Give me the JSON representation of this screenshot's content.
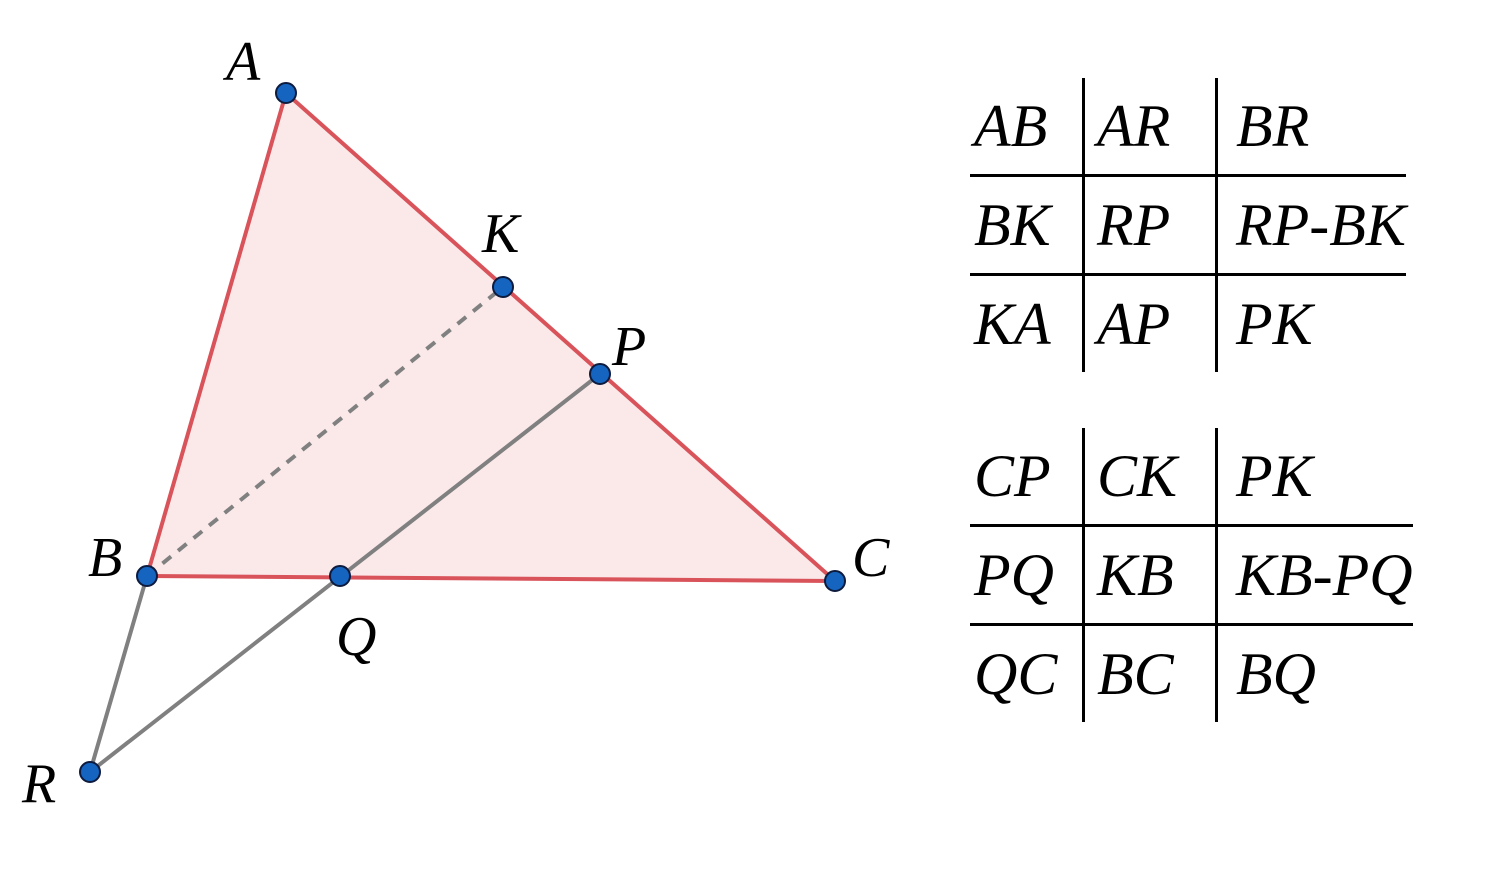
{
  "points": {
    "A": {
      "label": "A"
    },
    "B": {
      "label": "B"
    },
    "C": {
      "label": "C"
    },
    "K": {
      "label": "K"
    },
    "P": {
      "label": "P"
    },
    "Q": {
      "label": "Q"
    },
    "R": {
      "label": "R"
    }
  },
  "segments": [
    {
      "from": "A",
      "to": "B",
      "style": "triangle"
    },
    {
      "from": "A",
      "to": "C",
      "style": "triangle"
    },
    {
      "from": "B",
      "to": "C",
      "style": "triangle"
    },
    {
      "from": "B",
      "to": "K",
      "style": "dashed"
    },
    {
      "from": "B",
      "to": "R",
      "style": "solid"
    },
    {
      "from": "R",
      "to": "P",
      "style": "solid"
    }
  ],
  "colors": {
    "triangle_stroke": "#d9535a",
    "triangle_fill": "#fbe9ea",
    "aux_line": "#808080",
    "point_fill": "#1565c0",
    "point_stroke": "#0d1b3e"
  },
  "tables": [
    {
      "rows": [
        [
          "AB",
          "AR",
          "BR"
        ],
        [
          "BK",
          "RP",
          "RP-BK"
        ],
        [
          "KA",
          "AP",
          "PK"
        ]
      ]
    },
    {
      "rows": [
        [
          "CP",
          "CK",
          "PK"
        ],
        [
          "PQ",
          "KB",
          "KB-PQ"
        ],
        [
          "QC",
          "BC",
          "BQ"
        ]
      ]
    }
  ]
}
